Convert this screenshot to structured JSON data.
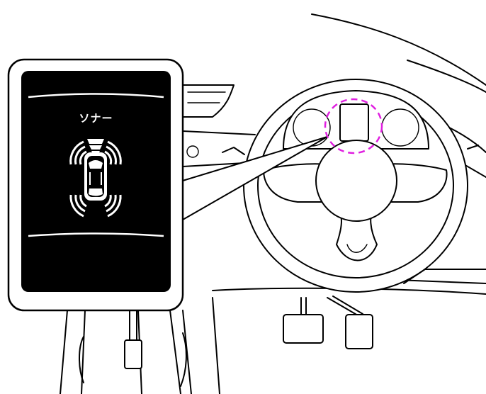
{
  "display": {
    "title": "ソナー",
    "screen_color": "#000000",
    "highlight_color": "#e020e0"
  },
  "icons": [
    "sonar-car-icon",
    "steering-wheel",
    "pedals"
  ]
}
